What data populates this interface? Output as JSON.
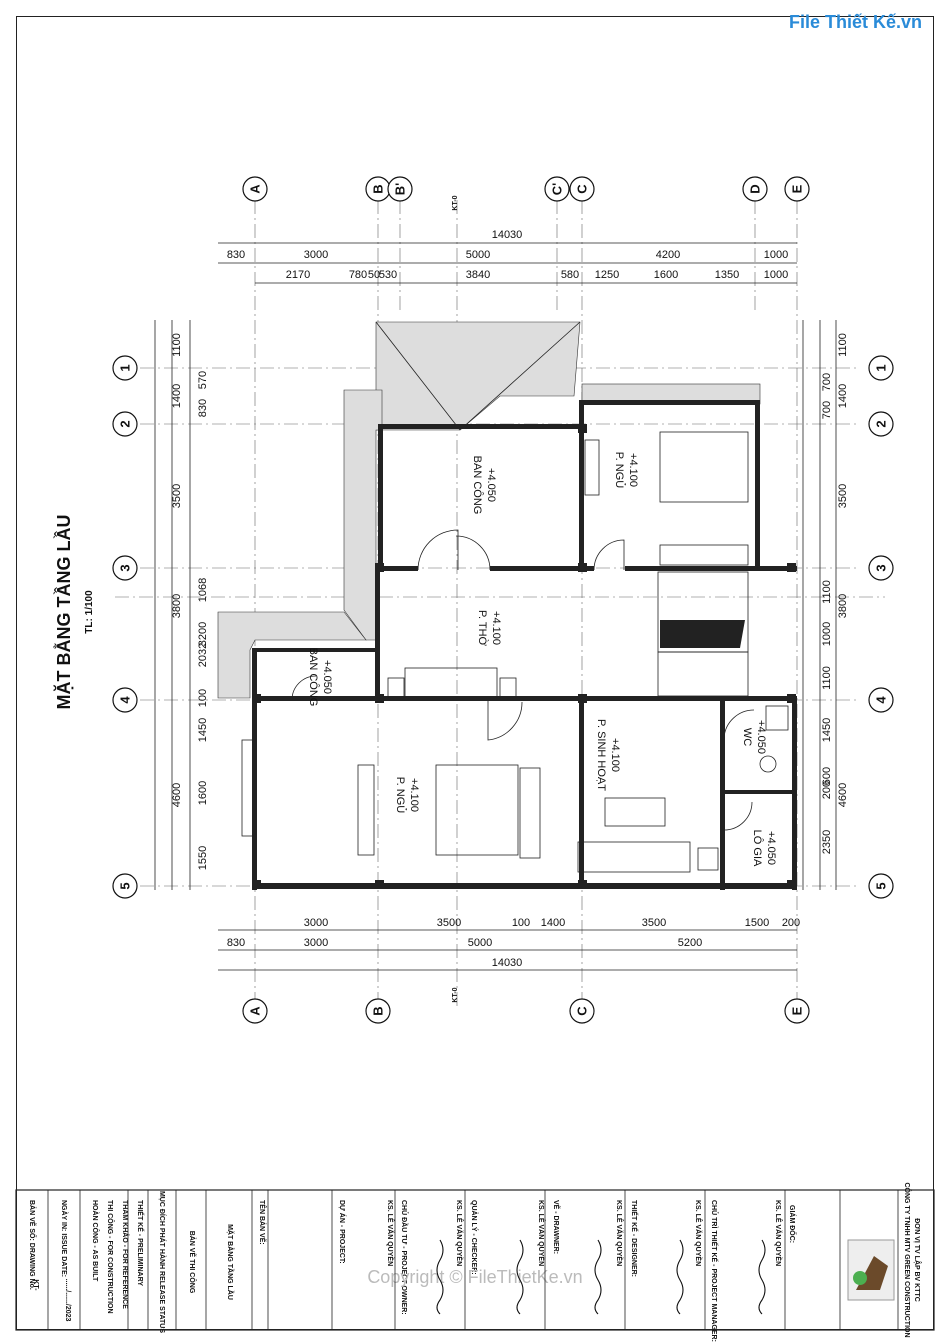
{
  "watermark": {
    "brand": "File Thiết Kế.vn",
    "footer": "Copyright © FileThietKe.vn"
  },
  "drawing": {
    "title": "MẶT BẰNG TẦNG LẦU",
    "scale": "TL: 1/100"
  },
  "axes": {
    "columns_top": [
      "A",
      "B",
      "B'",
      "C'",
      "C",
      "D",
      "E"
    ],
    "columns_bottom": [
      "A",
      "B",
      "C",
      "E"
    ],
    "rows": [
      "1",
      "2",
      "3",
      "4",
      "5"
    ]
  },
  "dimensions": {
    "top_total": "14030",
    "top_row1": [
      "830",
      "3000",
      "5000",
      "4200",
      "1000"
    ],
    "top_row2": [
      "2170",
      "780",
      "50",
      "530",
      "3840",
      "580",
      "1250",
      "1600",
      "1350",
      "1000"
    ],
    "bottom_row1": [
      "3000",
      "3500",
      "100",
      "1400",
      "3500",
      "1500",
      "200"
    ],
    "bottom_row2": [
      "830",
      "3000",
      "5000",
      "5200"
    ],
    "bottom_total": "14030",
    "left_outer": [
      "1100",
      "1400",
      "3500",
      "3800",
      "4600"
    ],
    "left_inner": [
      "570",
      "830",
      "1068",
      "3200",
      "2032",
      "100",
      "1450",
      "1600",
      "1550"
    ],
    "right_outer": [
      "1100",
      "1400",
      "3500",
      "3800",
      "4600"
    ],
    "right_inner": [
      "700",
      "700",
      "1100",
      "1000",
      "1100",
      "1450",
      "600",
      "200",
      "2350"
    ]
  },
  "rooms": [
    {
      "name": "BAN CÔNG",
      "level": "+4.050"
    },
    {
      "name": "P. NGỦ",
      "level": "+4.100"
    },
    {
      "name": "P. THỜ",
      "level": "+4.100"
    },
    {
      "name": "BAN CÔNG",
      "level": "+4.050"
    },
    {
      "name": "P. NGỦ",
      "level": "+4.100"
    },
    {
      "name": "P. SINH HOẠT",
      "level": "+4.100"
    },
    {
      "name": "WC",
      "level": "+4.050"
    },
    {
      "name": "LÔ GIA",
      "level": "+4.050"
    }
  ],
  "section_marks": [
    "KT-0",
    "KT-0"
  ],
  "title_block": {
    "company_header": "ĐƠN VỊ TV LẬP BV KTTC",
    "company_name": "CÔNG TY TNHH MTV GREEN CONSTRUCTION",
    "director_label": "GIÁM ĐỐC:",
    "director_name": "KS. LÊ VĂN QUYỀN",
    "pm_label": "CHỦ TRÌ THIẾT KẾ - PROJECT MANAGER:",
    "pm_name": "KS. LÊ VĂN QUYỀN",
    "designer_label": "THIẾT KẾ - DESIGNER:",
    "designer_name": "KS. LÊ VĂN QUYỀN",
    "drawer_label": "VẼ - DRAWNER:",
    "drawer_name": "KS. LÊ VĂN QUYỀN",
    "checker_label": "QUẢN LÝ - CHECKER:",
    "checker_name": "KS. LÊ VĂN QUYỀN",
    "owner_label": "CHỦ ĐẦU TƯ - PROJECT OWNER:",
    "owner_name": "KS. LÊ VĂN QUYỀN",
    "project_label": "DỰ ÁN - PROJECT:",
    "sheet_label": "TÊN BẢN VẼ:",
    "sheet_name": "MẶT BẰNG TẦNG LẦU",
    "phase": "BẢN VẼ THI CÔNG",
    "release_label": "MỤC ĐÍCH PHÁT HÀNH RELEASE STATUS",
    "statuses": [
      "THIẾT KẾ - PRELIMINARY",
      "THAM KHẢO - FOR REFERENCE",
      "THI CÔNG - FOR CONSTRUCTION",
      "HOÀN CÔNG - AS BUILT"
    ],
    "date_label": "NGÀY IN: ISSUE DATE:",
    "date_value": "....../....../2023",
    "drawing_no_label": "BẢN VẼ SỐ: DRAWING No.",
    "drawing_no": "KT-"
  }
}
